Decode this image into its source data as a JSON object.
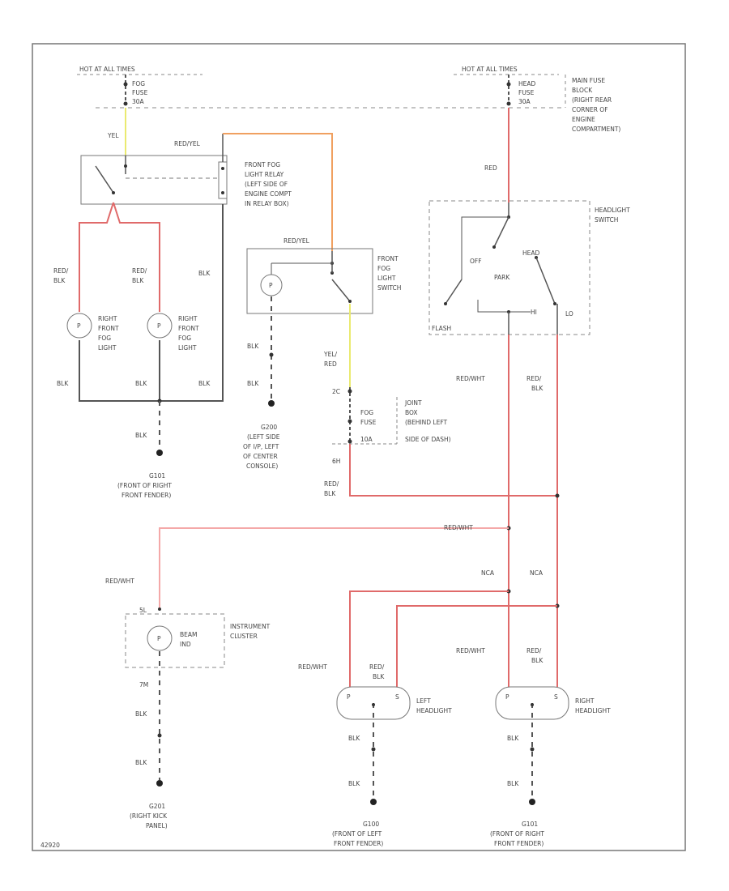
{
  "power": {
    "left_hot": "HOT AT ALL TIMES",
    "right_hot": "HOT AT ALL TIMES",
    "fog_fuse": [
      "FOG",
      "FUSE",
      "30A"
    ],
    "head_fuse": [
      "HEAD",
      "FUSE",
      "30A"
    ],
    "main_fuse_block": [
      "MAIN FUSE",
      "BLOCK",
      "(RIGHT REAR",
      "CORNER OF",
      "ENGINE",
      "COMPARTMENT)"
    ]
  },
  "relay": {
    "yel": "YEL",
    "red_yel": "RED/YEL",
    "desc": [
      "FRONT FOG",
      "LIGHT RELAY",
      "(LEFT SIDE OF",
      "ENGINE COMPT",
      "IN RELAY BOX)"
    ]
  },
  "fog_lights": {
    "wire_left": [
      "RED/",
      "BLK"
    ],
    "wire_mid": [
      "RED/",
      "BLK"
    ],
    "wire_blk": "BLK",
    "right_fog": [
      "RIGHT",
      "FRONT",
      "FOG",
      "LIGHT"
    ],
    "left_fog": [
      "RIGHT",
      "FRONT",
      "FOG",
      "LIGHT"
    ],
    "blk_a": "BLK",
    "blk_b": "BLK",
    "blk_c": "BLK",
    "ground_blk": "BLK",
    "ground_id": "G101",
    "ground_desc": [
      "(FRONT OF RIGHT",
      "FRONT FENDER)"
    ]
  },
  "fog_switch": {
    "red_yel": "RED/YEL",
    "desc": [
      "FRONT",
      "FOG",
      "LIGHT",
      "SWITCH"
    ],
    "blk1": "BLK",
    "blk2": "BLK",
    "ground_id": "G200",
    "ground_desc": [
      "(LEFT SIDE",
      "OF I/P, LEFT",
      "OF CENTER",
      "CONSOLE)"
    ]
  },
  "fog_fuse2": {
    "yel_red": [
      "YEL/",
      "RED"
    ],
    "pin_top": "2C",
    "fuse": [
      "FOG",
      "FUSE",
      "10A"
    ],
    "joint_box": [
      "JOINT",
      "BOX",
      "(BEHIND LEFT",
      "SIDE OF DASH)"
    ],
    "pin_bot": "6H",
    "red_blk": [
      "RED/",
      "BLK"
    ]
  },
  "headlight_switch": {
    "red": "RED",
    "title": [
      "HEADLIGHT",
      "SWITCH"
    ],
    "off": "OFF",
    "park": "PARK",
    "head": "HEAD",
    "hi": "HI",
    "lo": "LO",
    "flash": "FLASH",
    "red_wht": "RED/WHT",
    "red_blk": [
      "RED/",
      "BLK"
    ]
  },
  "cluster": {
    "red_wht_top": "RED/WHT",
    "red_wht_left": "RED/WHT",
    "pin": "5L",
    "beam": [
      "BEAM",
      "IND"
    ],
    "desc": [
      "INSTRUMENT",
      "CLUSTER"
    ],
    "pin2": "7M",
    "blk1": "BLK",
    "blk2": "BLK",
    "ground_id": "G201",
    "ground_desc": [
      "(RIGHT KICK",
      "PANEL)"
    ]
  },
  "headlights": {
    "nca_left": "NCA",
    "nca_right": "NCA",
    "left_red_wht": "RED/WHT",
    "left_red_blk": [
      "RED/",
      "BLK"
    ],
    "right_red_wht": "RED/WHT",
    "right_red_blk": [
      "RED/",
      "BLK"
    ],
    "left_desc": [
      "LEFT",
      "HEADLIGHT"
    ],
    "right_desc": [
      "RIGHT",
      "HEADLIGHT"
    ],
    "p": "P",
    "s": "S",
    "left_blk1": "BLK",
    "left_blk2": "BLK",
    "right_blk1": "BLK",
    "right_blk2": "BLK",
    "left_ground_id": "G100",
    "left_ground_desc": [
      "(FRONT OF LEFT",
      "FRONT FENDER)"
    ],
    "right_ground_id": "G101",
    "right_ground_desc": [
      "(FRONT OF RIGHT",
      "FRONT FENDER)"
    ]
  },
  "footer": {
    "code": "42920"
  }
}
